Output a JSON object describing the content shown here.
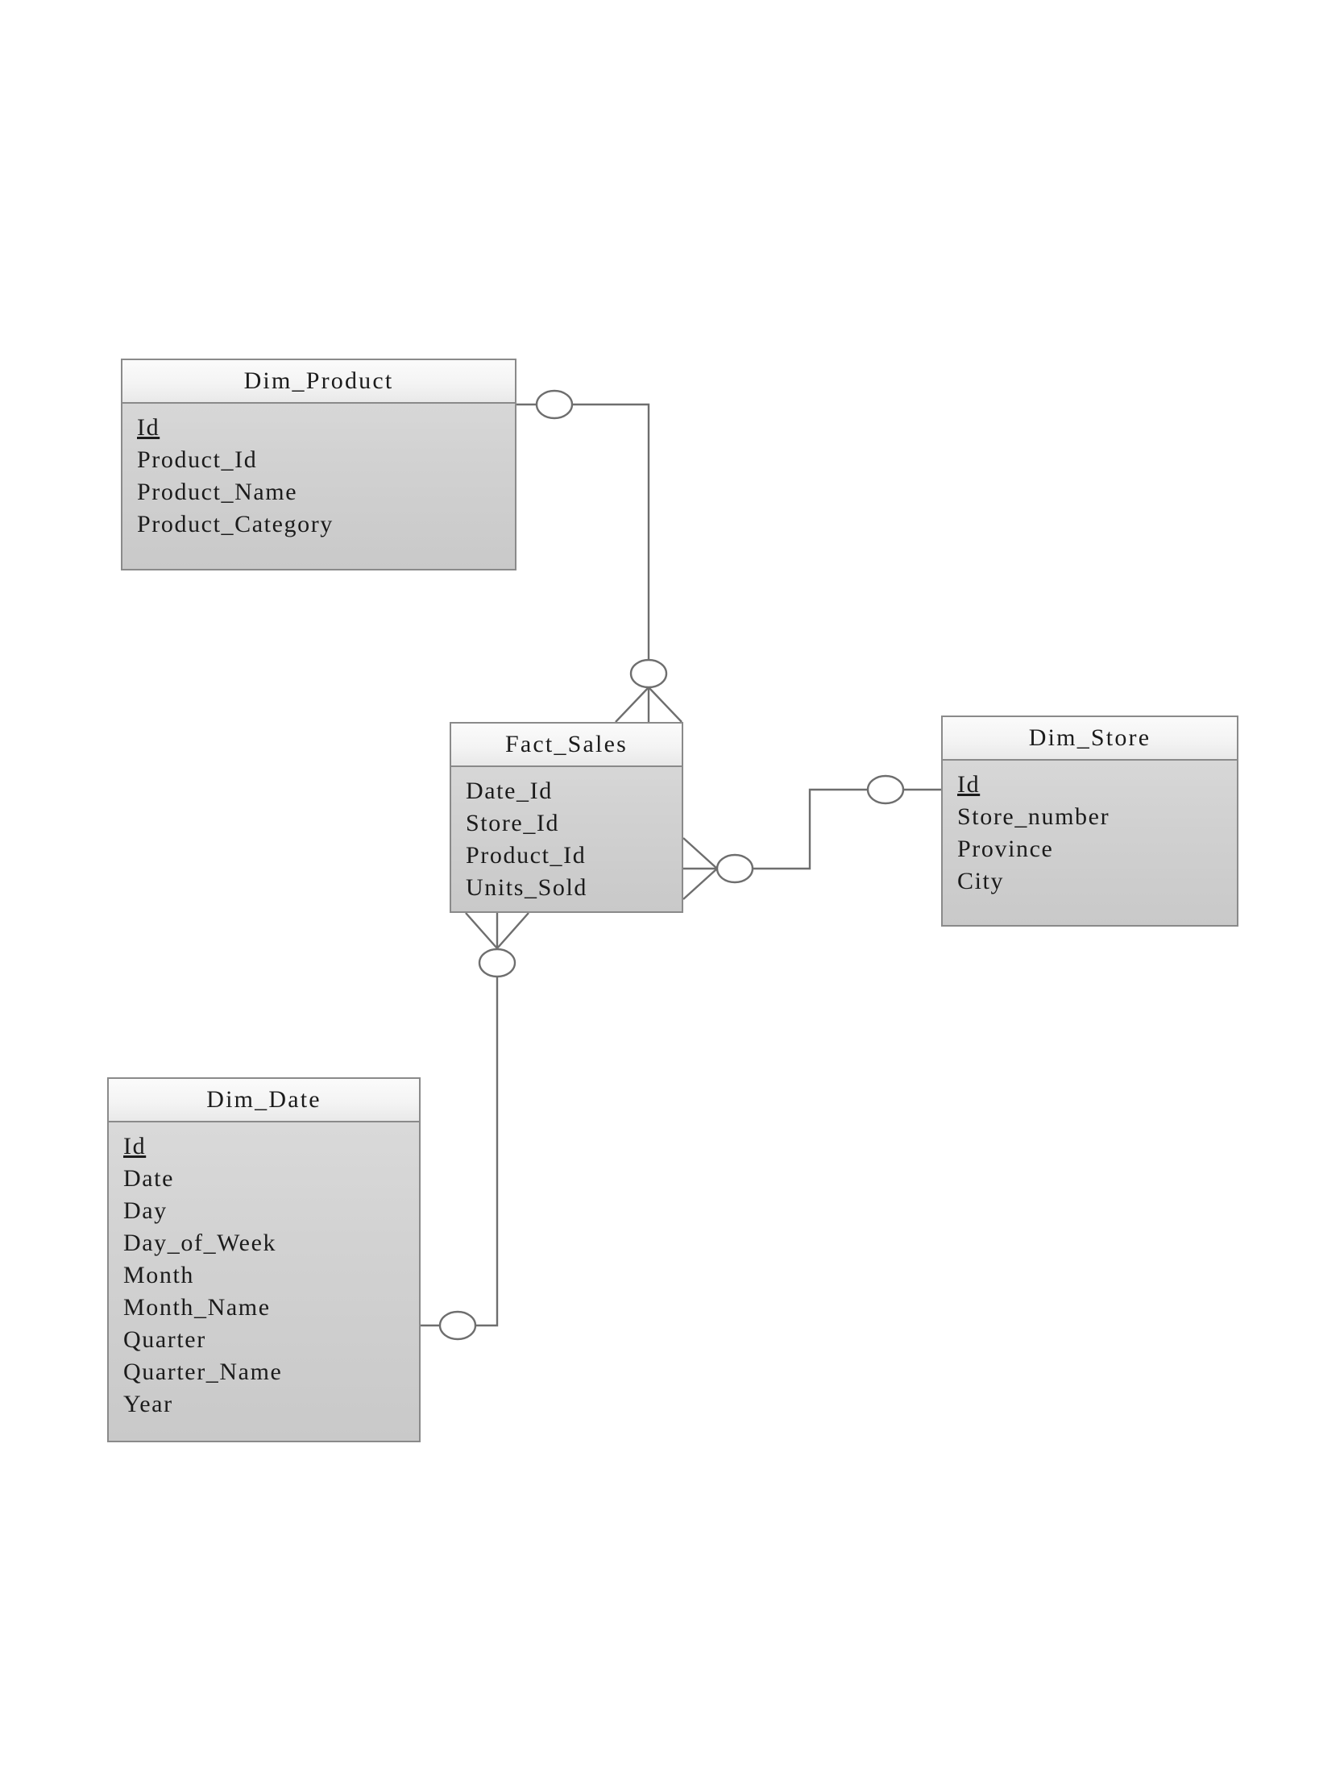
{
  "diagram": {
    "title": "Star schema entity relationship diagram",
    "type": "er-diagram",
    "notation": "crow's foot",
    "colors": {
      "border": "#8a8a8a",
      "header_fill": "#f4f4f4",
      "body_fill": "#d2d2d2",
      "line": "#6e6e6e",
      "text": "#1b1b1b",
      "page_background": "#ffffff"
    }
  },
  "entities": [
    {
      "id": "dim_product",
      "name": "Dim_Product",
      "attributes": [
        {
          "name": "Id",
          "key": "pk"
        },
        {
          "name": "Product_Id",
          "key": ""
        },
        {
          "name": "Product_Name",
          "key": ""
        },
        {
          "name": "Product_Category",
          "key": ""
        }
      ]
    },
    {
      "id": "fact_sales",
      "name": "Fact_Sales",
      "attributes": [
        {
          "name": "Date_Id",
          "key": ""
        },
        {
          "name": "Store_Id",
          "key": ""
        },
        {
          "name": "Product_Id",
          "key": ""
        },
        {
          "name": "Units_Sold",
          "key": ""
        }
      ]
    },
    {
      "id": "dim_store",
      "name": "Dim_Store",
      "attributes": [
        {
          "name": "Id",
          "key": "pk"
        },
        {
          "name": "Store_number",
          "key": ""
        },
        {
          "name": "Province",
          "key": ""
        },
        {
          "name": "City",
          "key": ""
        }
      ]
    },
    {
      "id": "dim_date",
      "name": "Dim_Date",
      "attributes": [
        {
          "name": "Id",
          "key": "pk"
        },
        {
          "name": "Date",
          "key": ""
        },
        {
          "name": "Day",
          "key": ""
        },
        {
          "name": "Day_of_Week",
          "key": ""
        },
        {
          "name": "Month",
          "key": ""
        },
        {
          "name": "Month_Name",
          "key": ""
        },
        {
          "name": "Quarter",
          "key": ""
        },
        {
          "name": "Quarter_Name",
          "key": ""
        },
        {
          "name": "Year",
          "key": ""
        }
      ]
    }
  ],
  "relationships": [
    {
      "id": "rel_product_sales",
      "from": "Dim_Product",
      "to": "Fact_Sales",
      "from_cardinality": "zero-or-one",
      "to_cardinality": "zero-or-many"
    },
    {
      "id": "rel_store_sales",
      "from": "Dim_Store",
      "to": "Fact_Sales",
      "from_cardinality": "zero-or-one",
      "to_cardinality": "zero-or-many"
    },
    {
      "id": "rel_date_sales",
      "from": "Dim_Date",
      "to": "Fact_Sales",
      "from_cardinality": "zero-or-one",
      "to_cardinality": "zero-or-many"
    }
  ]
}
